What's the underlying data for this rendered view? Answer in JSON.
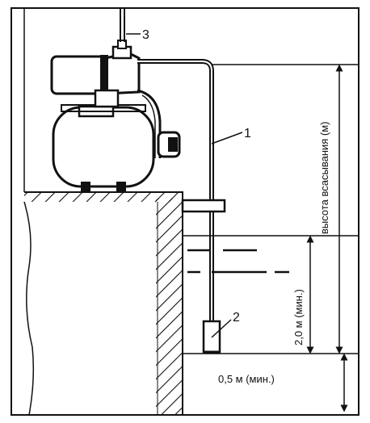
{
  "callouts": {
    "pipe": "1",
    "valve": "2",
    "outlet": "3"
  },
  "dimensions": {
    "suction_height": "высота всасывания (м)",
    "min_depth": "2,0 м (мин.)",
    "bottom_clearance": "0,5 м (мин.)"
  },
  "colors": {
    "ink": "#111111",
    "paper": "#ffffff"
  }
}
